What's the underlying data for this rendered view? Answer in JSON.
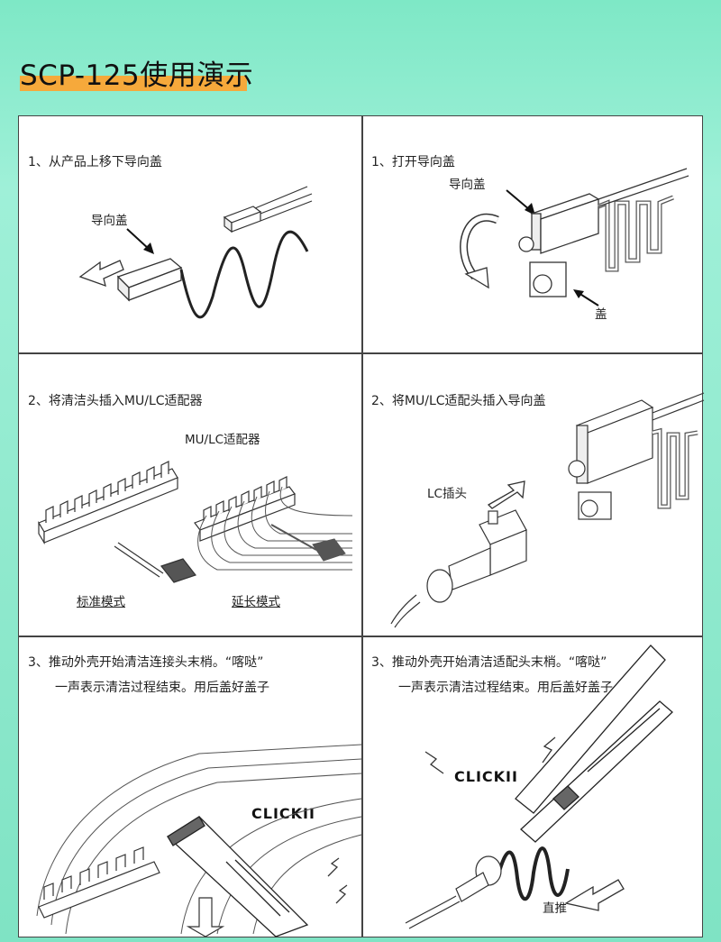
{
  "title": "SCP-125使用演示",
  "panels": {
    "p1_left": {
      "caption": "1、从产品上移下导向盖",
      "label_guide_cap": "导向盖"
    },
    "p1_right": {
      "caption": "1、打开导向盖",
      "label_guide_cap": "导向盖",
      "label_cap": "盖"
    },
    "p2_left": {
      "caption": "2、将清洁头插入MU/LC适配器",
      "label_adapter": "MU/LC适配器",
      "label_standard": "标准模式",
      "label_extended": "延长模式"
    },
    "p2_right": {
      "caption": "2、将MU/LC适配头插入导向盖",
      "label_plug": "LC插头"
    },
    "p3_left": {
      "caption_line1": "3、推动外壳开始清洁连接头末梢。“喀哒”",
      "caption_line2": "一声表示清洁过程结束。用后盖好盖子",
      "click": "CLICKII"
    },
    "p3_right": {
      "caption_line1": "3、推动外壳开始清洁适配头末梢。“喀哒”",
      "caption_line2": "一声表示清洁过程结束。用后盖好盖子",
      "click": "CLICKII",
      "label_push": "直推"
    }
  },
  "colors": {
    "background": "#8fe9cd",
    "highlight": "#f6a93b",
    "panel": "#ffffff",
    "line": "#444444"
  }
}
